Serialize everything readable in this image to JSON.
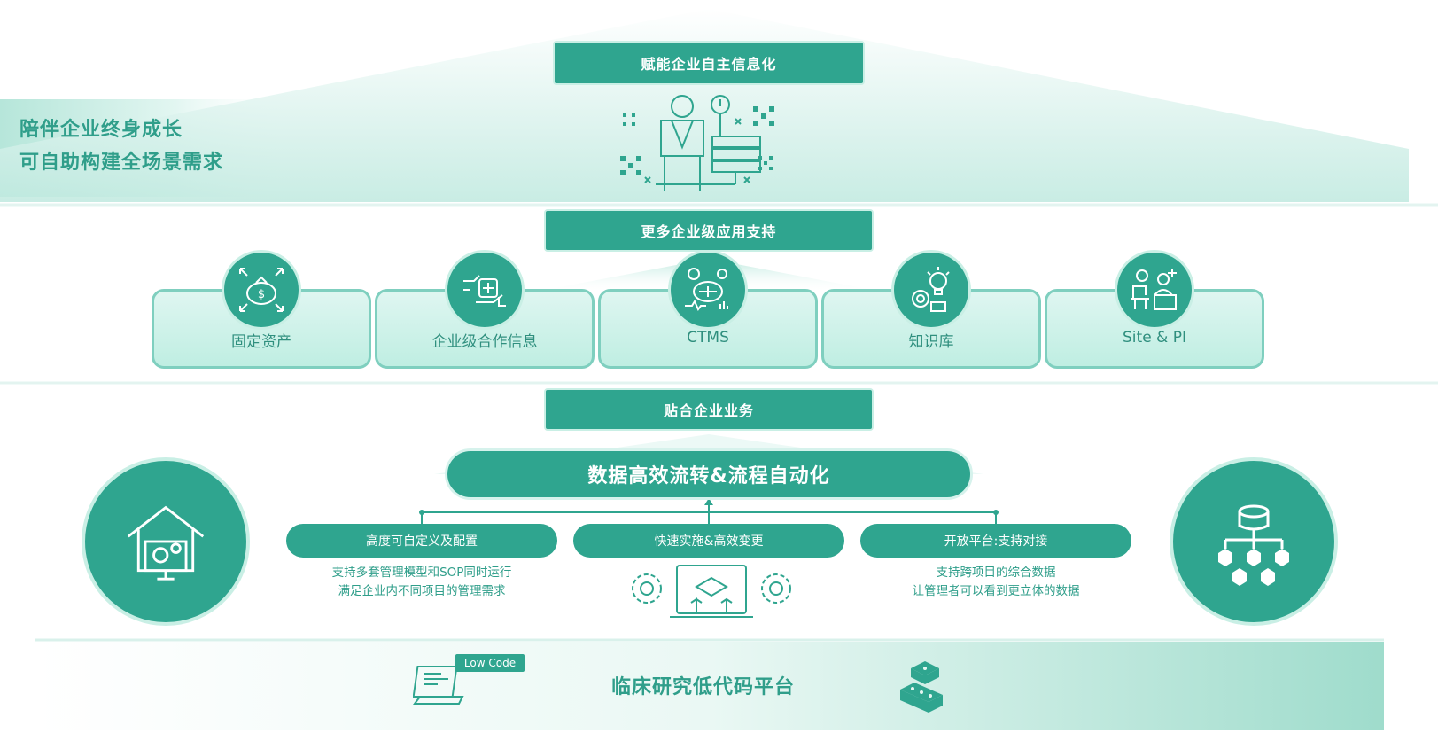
{
  "slogan": {
    "line1": "陪伴企业终身成长",
    "line2": "可自助构建全场景需求"
  },
  "tiers": {
    "top": "赋能企业自主信息化",
    "middle": "更多企业级应用支持",
    "bottom": "贴合企业业务"
  },
  "apps": [
    {
      "label": "固定资产",
      "icon": "money-bag-icon"
    },
    {
      "label": "企业级合作信息",
      "icon": "handshake-icon"
    },
    {
      "label": "CTMS",
      "icon": "clinical-pills-icon"
    },
    {
      "label": "知识库",
      "icon": "lightbulb-gear-icon"
    },
    {
      "label": "Site & PI",
      "icon": "doctor-desk-icon"
    }
  ],
  "core": {
    "title": "数据高效流转&流程自动化",
    "features": [
      {
        "title": "高度可自定义及配置",
        "desc": [
          "支持多套管理模型和SOP同时运行",
          "满足企业内不同项目的管理需求"
        ]
      },
      {
        "title": "快速实施&高效变更",
        "desc": []
      },
      {
        "title": "开放平台:支持对接",
        "desc": [
          "支持跨项目的综合数据",
          "让管理者可以看到更立体的数据"
        ]
      }
    ]
  },
  "platform": {
    "title": "临床研究低代码平台",
    "tag": "Low Code"
  },
  "colors": {
    "primary": "#2fa58f",
    "light": "#c9efe5",
    "text": "#2f9e8a"
  }
}
